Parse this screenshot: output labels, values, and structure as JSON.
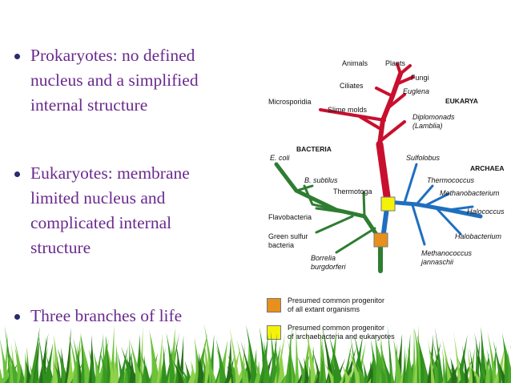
{
  "bullets": [
    {
      "lines": [
        "Prokaryotes: no  defined",
        "nucleus and a  simplified",
        "internal  structure"
      ]
    },
    {
      "lines": [
        "Eukaryotes:  membrane",
        "limited  nucleus and",
        "complicated internal",
        "structure"
      ]
    },
    {
      "lines": [
        "Three branches of  life"
      ]
    }
  ],
  "tree": {
    "domains": {
      "eukarya": "EUKARYA",
      "bacteria": "BACTERIA",
      "archaea": "ARCHAEA"
    },
    "eukarya_labels": [
      "Animals",
      "Plants",
      "Fungi",
      "Ciliates",
      "Euglena",
      "Microsporidia",
      "Slime molds",
      "Diplomonads",
      "(Lamblia)"
    ],
    "bacteria_labels": [
      "E. coli",
      "B. subtilus",
      "Thermotoga",
      "Flavobacteria",
      "Green sulfur",
      "bacteria",
      "Borrelia",
      "burgdorferi"
    ],
    "archaea_labels": [
      "Sulfolobus",
      "Thermococcus",
      "Methanobacterium",
      "Halococcus",
      "Halobacterium",
      "Methanococcus",
      "jannaschii"
    ],
    "colors": {
      "eukarya": "#c8102e",
      "bacteria": "#2e7d32",
      "archaea": "#1f6fc0"
    }
  },
  "legend": [
    {
      "color": "#e8901c",
      "line1": "Presumed common progenitor",
      "line2": "of all extant organisms"
    },
    {
      "color": "#f5f20a",
      "line1": "Presumed common progenitor",
      "line2": "of archaebacteria and eukaryotes"
    }
  ]
}
